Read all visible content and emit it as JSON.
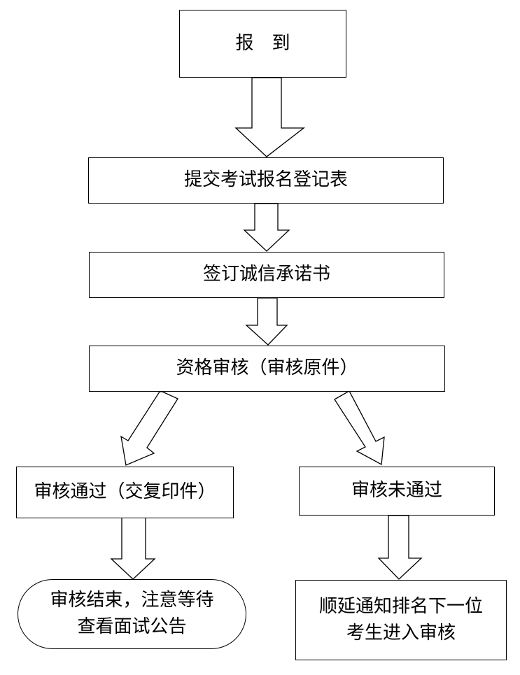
{
  "flowchart": {
    "step_report": "报　到",
    "step_submit_form": "提交考试报名登记表",
    "step_sign_pledge": "签订诚信承诺书",
    "step_qualification_review": "资格审核（审核原件）",
    "result_passed": "审核通过（交复印件）",
    "result_failed": "审核未通过",
    "outcome_passed": {
      "line1": "审核结束，注意等待",
      "line2": "查看面试公告"
    },
    "outcome_failed": {
      "line1": "顺延通知排名下一位",
      "line2": "考生进入审核"
    }
  }
}
